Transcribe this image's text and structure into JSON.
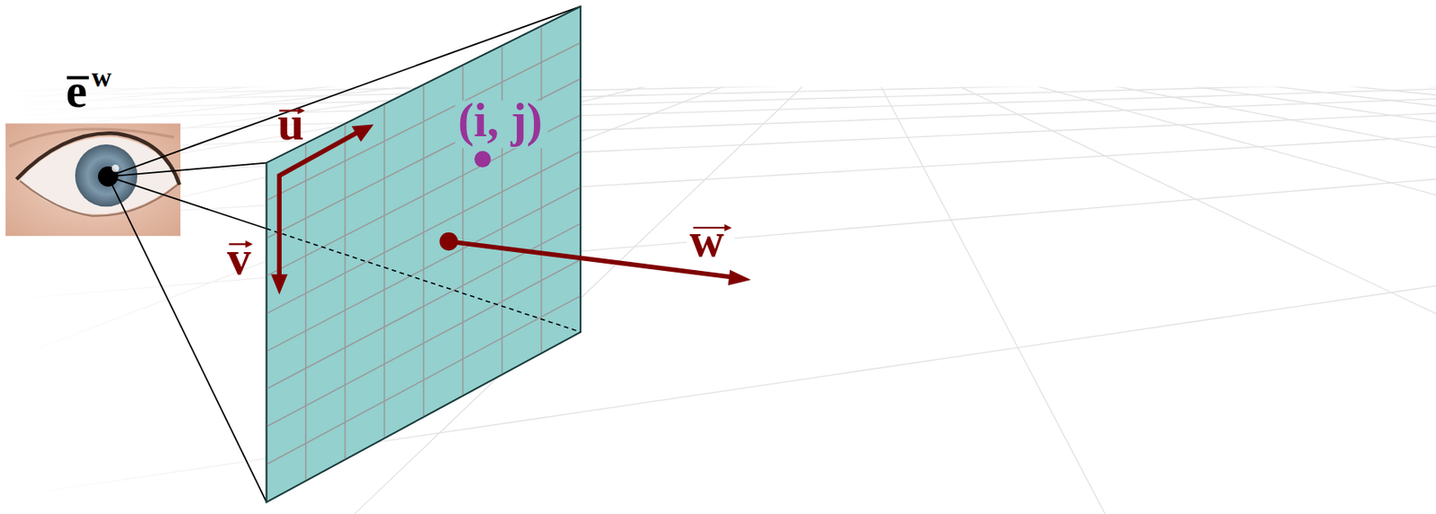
{
  "diagram": {
    "labels": [
      "e",
      "w",
      "u",
      "v",
      "w",
      "(i, j)"
    ]
  }
}
